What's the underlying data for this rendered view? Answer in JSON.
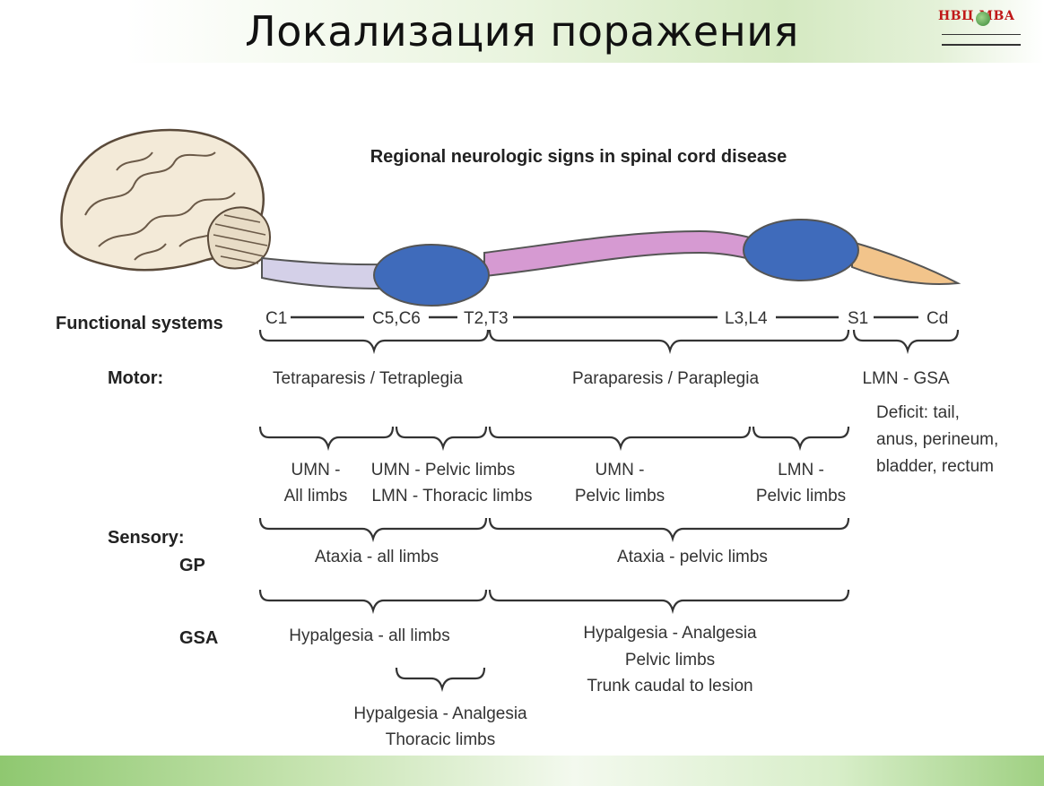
{
  "slide": {
    "title": "Локализация поражения"
  },
  "logo": {
    "text": "НВЦ МВА",
    "icon": "globe-icon"
  },
  "diagram": {
    "title": "Regional neurologic signs in spinal cord disease",
    "functional_systems_label": "Functional systems",
    "segments": {
      "c1": "C1",
      "c5c6": "C5,C6",
      "t2t3": "T2,T3",
      "l3l4": "L3,L4",
      "s1": "S1",
      "cd": "Cd"
    },
    "motor": {
      "label": "Motor:",
      "cervical": "Tetraparesis / Tetraplegia",
      "thoracolumbar": "Paraparesis / Paraplegia",
      "sacral": "LMN - GSA",
      "deficit": [
        "Deficit: tail,",
        "anus, perineum,",
        "bladder, rectum"
      ],
      "c1_c5": [
        "UMN -",
        "All limbs"
      ],
      "c6_t2": [
        "UMN - Pelvic limbs",
        "LMN - Thoracic limbs"
      ],
      "t3_l3": [
        "UMN -",
        "Pelvic limbs"
      ],
      "l4_s1": [
        "LMN -",
        "Pelvic limbs"
      ]
    },
    "sensory": {
      "label": "Sensory:",
      "gp_label": "GP",
      "gp_cervical": "Ataxia - all limbs",
      "gp_thoracolumbar": "Ataxia - pelvic limbs",
      "gsa_label": "GSA",
      "gsa_cervical": "Hypalgesia - all limbs",
      "gsa_thoracolumbar": [
        "Hypalgesia - Analgesia",
        "Pelvic limbs",
        "Trunk caudal to lesion"
      ],
      "gsa_c6_t2": [
        "Hypalgesia - Analgesia",
        "Thoracic limbs"
      ]
    },
    "colors": {
      "enlargement": "#3f6bbb",
      "cervical_cord": "#d4d0e8",
      "thoracolumbar_cord": "#d69ad2",
      "cauda_equina": "#f2c48b",
      "brain": "#f3ead8"
    }
  }
}
